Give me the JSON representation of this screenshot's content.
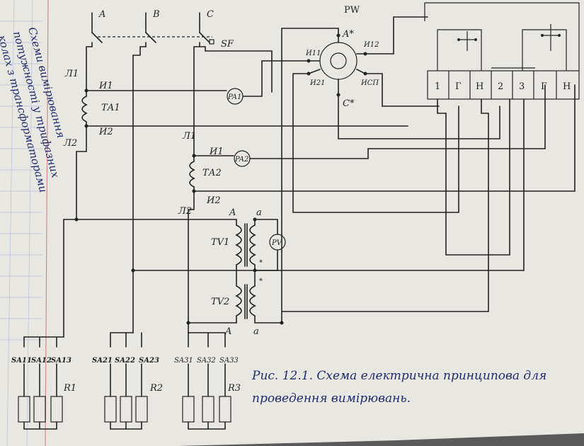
{
  "diagram": {
    "meter_label": "PW",
    "phase_labels": [
      "A",
      "B",
      "C"
    ],
    "breaker_label": "SF",
    "meter_terminals": {
      "a_star": "A*",
      "c_star": "C*",
      "i11": "И11",
      "i12": "И12",
      "i21": "И21",
      "isp": "ИСП"
    },
    "ct1": {
      "label": "ТА1",
      "l1": "Л1",
      "l2": "Л2",
      "i1": "И1",
      "i2": "И2"
    },
    "ct2": {
      "label": "ТА2",
      "l1": "Л1",
      "l2": "Л2",
      "i1": "И1",
      "i2": "И2"
    },
    "ammeters": [
      "PA1",
      "PA2"
    ],
    "voltmeter": "PV",
    "vt1": {
      "label": "TV1",
      "A": "A",
      "a": "a"
    },
    "vt2": {
      "label": "TV2",
      "A": "A",
      "a": "a"
    },
    "terminal_block": [
      "1",
      "Г",
      "Н",
      "2",
      "3",
      "Г",
      "Н"
    ],
    "switch_groups": [
      {
        "switches": [
          "SA11",
          "SA12",
          "SA13"
        ],
        "load": "R1"
      },
      {
        "switches": [
          "SA21",
          "SA22",
          "SA23"
        ],
        "load": "R2"
      },
      {
        "switches": [
          "SA31",
          "SA32",
          "SA33"
        ],
        "load": "R3"
      }
    ],
    "caption_line1": "Рис. 12.1. Схема електрична принципова для",
    "caption_line2": "проведення вимірювань.",
    "margin_note_line1": "Схеми вимірювання",
    "margin_note_line2": "потужності у трифазних",
    "margin_note_line3": "колах з трансформаторами"
  }
}
